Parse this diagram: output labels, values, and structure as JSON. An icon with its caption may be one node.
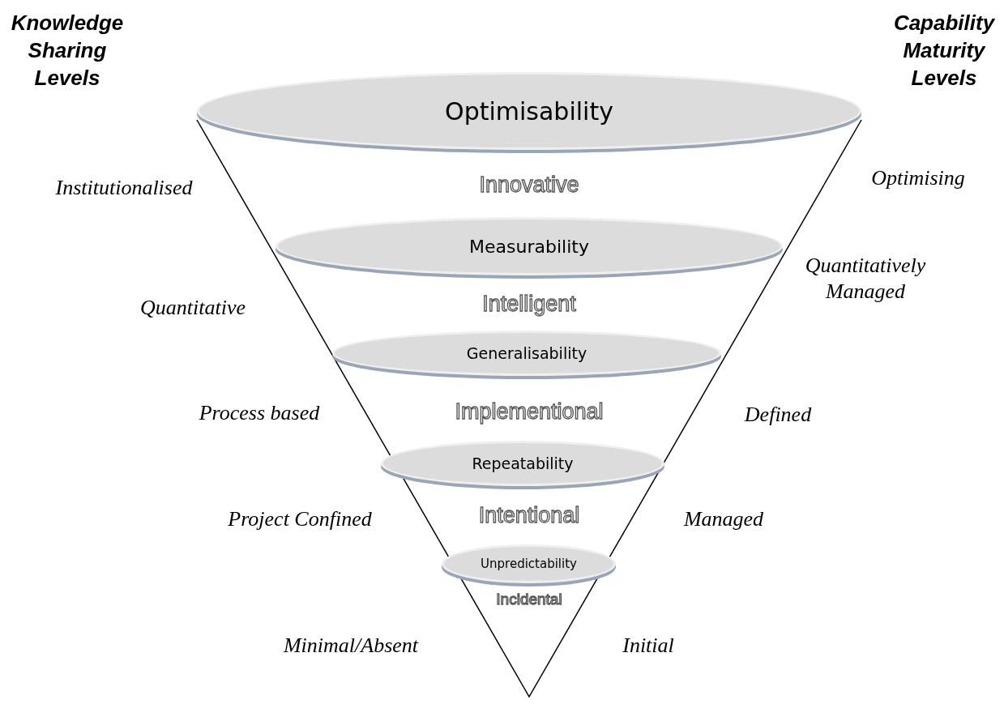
{
  "diagram": {
    "nodes": [
      {
        "text": [
          "Optimisability"
        ]
      },
      {
        "text": [
          "Measurability"
        ]
      },
      {
        "text": [
          "Generalisability"
        ]
      },
      {
        "text": [
          "Repeatability"
        ]
      },
      {
        "text": [
          "Unpredictability"
        ]
      }
    ],
    "labels": [
      "Knowledge Sharing Levels",
      "Capability Maturity Levels",
      "Optimising",
      "Innovative",
      "Institutionalised",
      "Quantitatively Managed",
      "Intelligent",
      "Quantitative",
      "Implementional",
      "Process based",
      "Defined",
      "Intentional",
      "Project Confined",
      "Managed",
      "Incidental",
      "Minimal/Absent",
      "Initial"
    ]
  }
}
